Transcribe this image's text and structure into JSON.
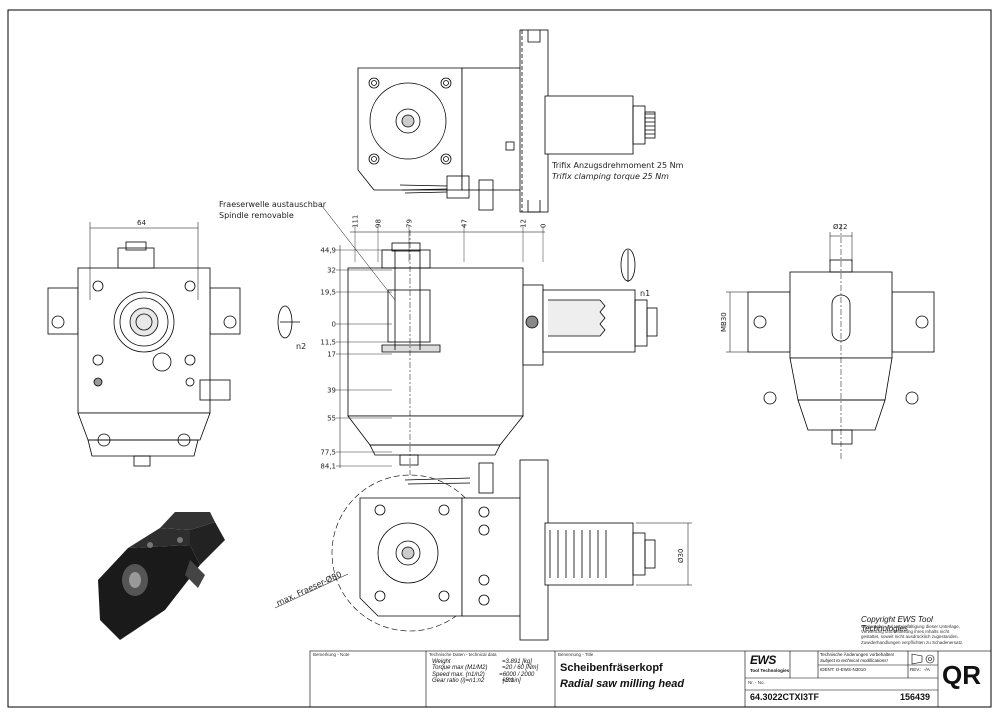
{
  "views": {
    "top_note_de": "Trifix Anzugsdrehmoment  25 Nm",
    "top_note_en": "Trifix clamping torque  25 Nm",
    "spindle_note_de": "Fraeserwelle austauschbar",
    "spindle_note_en": "Spindle removable",
    "left_width_dim": "64",
    "right_dia_dim": "Ø22",
    "right_mb_dim": "MB30",
    "bottom_dia_dim": "Ø30",
    "max_cutter": "max. Fraeser-Ø80",
    "n1": "n1",
    "n2": "n2",
    "horiz_dims": [
      "111",
      "98",
      "79",
      "47",
      "12",
      "0"
    ],
    "vert_dims": [
      "44,9",
      "32",
      "19,5",
      "0",
      "11,5",
      "17",
      "39",
      "55",
      "77,5",
      "84,1"
    ]
  },
  "copyright": {
    "title": "Copyright EWS Tool Technologies",
    "lines": [
      "Weitergabe und Vervielfältigung dieser Unterlage,",
      "Verwertung und Mitteilung ihres Inhalts nicht",
      "gestattet, soweit nicht ausdrücklich zugestanden.",
      "Zuwiderhandlungen verpflichten zu Schadenersatz."
    ]
  },
  "title_block": {
    "remark_label": "Bemerkung - Note",
    "tech_label": "Technische Daten - technical data",
    "weight_label": "Weight",
    "weight_value": "3.891 [kg]",
    "torque_label": "Torque max (M1/M2)",
    "torque_value": "20 / 60 [Nm]",
    "speed_label": "Speed max. (n1/n2)",
    "speed_value": "6000 / 2000 [1/min]",
    "gear_label": "Gear ratio (i)=n1:n2",
    "gear_value": "3:1",
    "name_label": "Benennung - Title",
    "title_de": "Scheibenfräserkopf",
    "title_en": "Radial saw milling head",
    "logo": "EWS",
    "logo_sub": "Tool Technologies",
    "change_de": "Technische Änderungen vorbehalten!",
    "change_en": "Subject to technical modifications!",
    "ident_label": "IDENT:",
    "ident_value": "D-EWS-N3010",
    "rev_label": "REV.:",
    "rev_value": "-/A",
    "part_number": "64.3022CTXI3TF",
    "nr_label": "Nr. - No.",
    "drawing_number": "156439",
    "qr": "QR"
  }
}
